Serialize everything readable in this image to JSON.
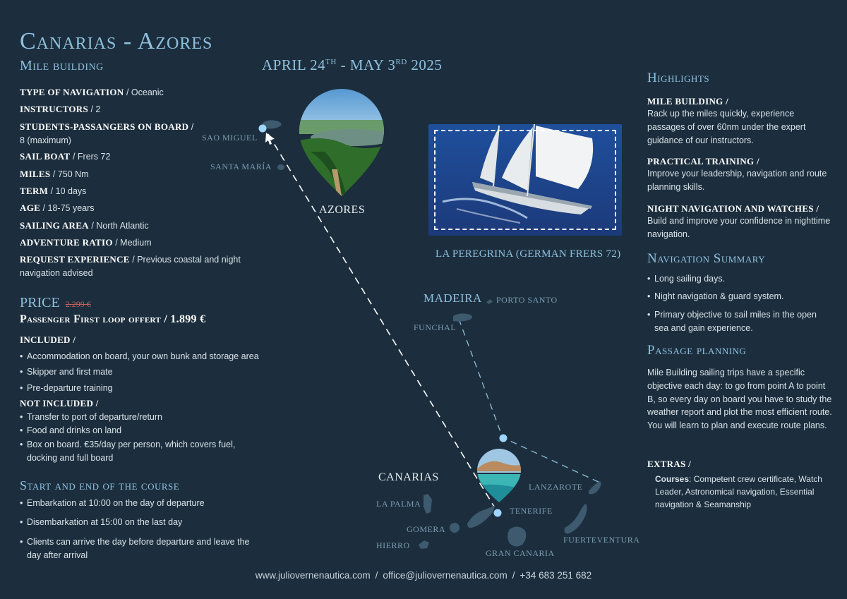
{
  "header": {
    "title": "Canarias - Azores",
    "subtitle": "Mile building",
    "dates_start": "APRIL 24",
    "dates_start_sup": "TH",
    "dates_mid": " - MAY 3",
    "dates_end_sup": "RD",
    "dates_year": " 2025"
  },
  "specs": [
    {
      "label": "TYPE OF NAVIGATION",
      "sep": " / ",
      "value": "Oceanic"
    },
    {
      "label": "INSTRUCTORS",
      "sep": " / ",
      "value": "2"
    },
    {
      "label": "STUDENTS-PASSANGERS ON BOARD",
      "sep": " / ",
      "value": "8 (maximum)"
    },
    {
      "label": "SAIL BOAT",
      "sep": " / ",
      "value": "Frers 72"
    },
    {
      "label": "MILES",
      "sep": " / ",
      "value": "750 Nm"
    },
    {
      "label": "TERM",
      "sep": " / ",
      "value": "10 days"
    },
    {
      "label": "AGE",
      "sep": " / ",
      "value": "18-75 years"
    },
    {
      "label": "SAILING AREA",
      "sep": " / ",
      "value": "North Atlantic"
    },
    {
      "label": "ADVENTURE RATIO",
      "sep": " / ",
      "value": "Medium"
    },
    {
      "label": "REQUEST EXPERIENCE",
      "sep": " / ",
      "value": "Previous coastal and night navigation advised"
    }
  ],
  "price": {
    "heading": "PRICE",
    "old": "2.299 €",
    "offer": "Passenger First loop offert / 1.899 €"
  },
  "included": {
    "label": "INCLUDED /",
    "items": [
      "Accommodation on board, your own bunk and storage area",
      "Skipper and first mate",
      "Pre-departure training"
    ]
  },
  "not_included": {
    "label": "NOT INCLUDED /",
    "items": [
      "Transfer to port of departure/return",
      "Food and drinks on land",
      "Box on board. €35/day per person, which covers fuel, docking and full board"
    ]
  },
  "start_end": {
    "heading": "Start and end of the course",
    "items": [
      "Embarkation at 10:00 on the day of departure",
      "Disembarkation at 15:00 on the last day",
      "Clients can arrive the day before departure and leave the day after arrival"
    ]
  },
  "map": {
    "azores": "AZORES",
    "sao_miguel": "SAO MIGUEL",
    "santa_maria": "SANTA MARÍA",
    "madeira": "MADEIRA",
    "porto_santo": "PORTO  SANTO",
    "funchal": "FUNCHAL",
    "canarias": "CANARIAS",
    "la_palma": "LA PALMA",
    "gomera": "GOMERA",
    "hierro": "HIERRO",
    "tenerife": "TENERIFE",
    "lanzarote": "LANZAROTE",
    "fuerteventura": "FUERTEVENTURA",
    "gran_canaria": "GRAN CANARIA"
  },
  "boat": {
    "caption": "LA PEREGRINA (GERMAN FRERS 72)"
  },
  "highlights": {
    "heading": "Highlights",
    "items": [
      {
        "label": "MILE BUILDING /",
        "text": "Rack up the miles quickly, experience passages of over 60nm under the expert guidance of our instructors."
      },
      {
        "label": "PRACTICAL TRAINING /",
        "text": "Improve your leadership, navigation and route planning skills."
      },
      {
        "label": "NIGHT NAVIGATION AND WATCHES /",
        "text": "Build and improve your confidence in nighttime navigation."
      }
    ]
  },
  "nav_summary": {
    "heading": "Navigation Summary",
    "items": [
      "Long sailing days.",
      "Night navigation & guard system.",
      "Primary objective to sail miles in the open sea and gain experience."
    ]
  },
  "passage": {
    "heading": "Passage planning",
    "text": "Mile Building sailing trips have a specific objective each day: to go from point A to point B, so every day on board you have to study the weather report and plot the most efficient route. You will learn to plan and execute route plans."
  },
  "extras": {
    "label": "EXTRAS /",
    "courses_label": "Courses",
    "courses_text": ": Competent crew certificate, Watch Leader, Astronomical navigation, Essential navigation & Seamanship"
  },
  "footer": {
    "web": "www.juliovernenautica.com",
    "email": "office@juliovernenautica.com",
    "phone": "+34 683 251 682",
    "sep": "/"
  },
  "colors": {
    "background": "#1c2e3d",
    "accent": "#8fc0df",
    "old_price": "#c0605d"
  }
}
